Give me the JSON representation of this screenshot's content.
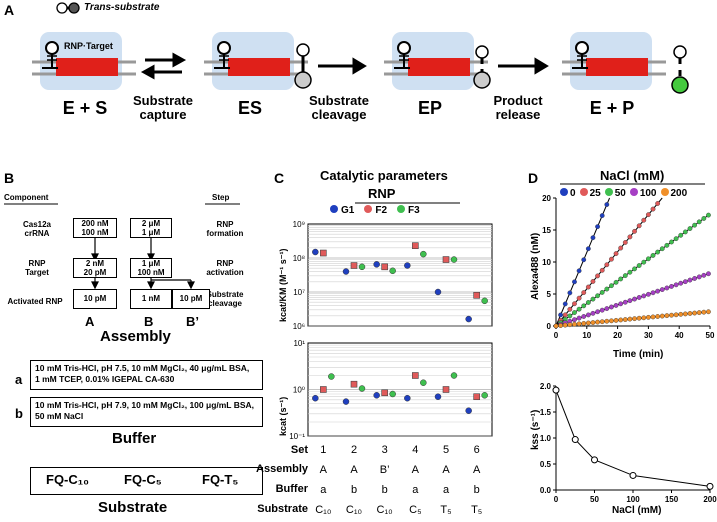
{
  "panel_a": {
    "label": "A",
    "legend": "Trans-substrate",
    "rnp_target": "RNP·Target",
    "states": [
      "E + S",
      "ES",
      "EP",
      "E + P"
    ],
    "steps": [
      "Substrate\ncapture",
      "Substrate\ncleavage",
      "Product\nrelease"
    ]
  },
  "panel_b": {
    "label": "B",
    "component_header": "Component",
    "step_header": "Step",
    "rows": [
      {
        "component": "Cas12a\ncrRNA",
        "step": "RNP\nformation"
      },
      {
        "component": "RNP\nTarget",
        "step": "RNP\nactivation"
      },
      {
        "component": "Activated RNP",
        "step": "Substrate\ncleavage"
      }
    ],
    "col_a": [
      "200 nM\n100 nM",
      "2 nM\n20 pM",
      "10 pM"
    ],
    "col_b": [
      "2 μM\n1 μM",
      "1 μM\n100 nM",
      "1 nM"
    ],
    "col_b2": "10 pM",
    "columns": [
      "A",
      "B",
      "B’"
    ],
    "assembly_title": "Assembly",
    "buffers": [
      {
        "key": "a",
        "text": "10 mM Tris-HCl, pH 7.5, 10 mM MgCl₂, 40 μg/mL BSA,\n1 mM TCEP, 0.01% IGEPAL CA-630"
      },
      {
        "key": "b",
        "text": "10 mM Tris-HCl, pH 7.9, 10 mM MgCl₂, 100 μg/mL BSA,\n50 mM NaCl"
      }
    ],
    "buffer_title": "Buffer",
    "substrates": [
      "FQ-C₁₀",
      "FQ-C₅",
      "FQ-T₅"
    ],
    "substrate_title": "Substrate"
  },
  "panel_c": {
    "label": "C",
    "title": "Catalytic parameters",
    "subtitle": "RNP",
    "legend": [
      "G1",
      "F2",
      "F3"
    ],
    "colors": {
      "G1": "#1f3fbf",
      "F2": "#e05a5a",
      "F3": "#3fbf4f"
    },
    "top_ylabel": "kcat/KM (M⁻¹ s⁻¹)",
    "top_ticks": [
      "10⁹",
      "10⁸",
      "10⁷",
      "10⁶"
    ],
    "bottom_ylabel": "kcat (s⁻¹)",
    "bottom_ticks": [
      "10¹",
      "10⁰",
      "10⁻¹"
    ],
    "table_rows": [
      "Set",
      "Assembly",
      "Buffer",
      "Substrate"
    ],
    "table": [
      [
        "1",
        "A",
        "a",
        "C₁₀"
      ],
      [
        "2",
        "A",
        "b",
        "C₁₀"
      ],
      [
        "3",
        "B’",
        "b",
        "C₁₀"
      ],
      [
        "4",
        "A",
        "a",
        "C₅"
      ],
      [
        "5",
        "A",
        "a",
        "T₅"
      ],
      [
        "6",
        "A",
        "b",
        "T₅"
      ]
    ]
  },
  "panel_d": {
    "label": "D",
    "title": "NaCl (mM)",
    "legend": [
      "0",
      "25",
      "50",
      "100",
      "200"
    ],
    "colors": [
      "#1f3fbf",
      "#e05a5a",
      "#3fbf4f",
      "#a63fc4",
      "#f0902a"
    ],
    "top_ylabel": "Alexa488 (nM)",
    "top_xlabel": "Time (min)",
    "top_xticks": [
      "0",
      "10",
      "20",
      "30",
      "40",
      "50"
    ],
    "top_yticks": [
      "0",
      "5",
      "10",
      "15",
      "20"
    ],
    "bottom_ylabel": "kss (s⁻¹)",
    "bottom_xlabel": "NaCl (mM)",
    "bottom_xticks": [
      "0",
      "50",
      "100",
      "150",
      "200"
    ],
    "bottom_yticks": [
      "0.0",
      "0.5",
      "1.0",
      "1.5",
      "2.0"
    ]
  },
  "chart_data": [
    {
      "type": "scatter",
      "title": "Catalytic parameters",
      "ylabel": "kcat/KM (M⁻¹ s⁻¹)",
      "yscale": "log",
      "ylim": [
        1000000,
        1000000000
      ],
      "categories": [
        "1",
        "2",
        "3",
        "4",
        "5",
        "6"
      ],
      "series": [
        {
          "name": "G1",
          "values": [
            150000000,
            40000000,
            65000000,
            60000000,
            10000000,
            1600000
          ]
        },
        {
          "name": "F2",
          "values": [
            140000000,
            60000000,
            55000000,
            230000000,
            90000000,
            8000000
          ]
        },
        {
          "name": "F3",
          "values": [
            null,
            55000000,
            42000000,
            130000000,
            90000000,
            5500000
          ]
        }
      ]
    },
    {
      "type": "scatter",
      "ylabel": "kcat (s⁻¹)",
      "yscale": "log",
      "ylim": [
        0.1,
        10
      ],
      "categories": [
        "1",
        "2",
        "3",
        "4",
        "5",
        "6"
      ],
      "series": [
        {
          "name": "G1",
          "values": [
            0.65,
            0.55,
            0.75,
            0.65,
            0.7,
            0.35
          ]
        },
        {
          "name": "F2",
          "values": [
            1.0,
            1.3,
            0.85,
            2.0,
            1.0,
            0.7
          ]
        },
        {
          "name": "F3",
          "values": [
            1.9,
            1.05,
            0.8,
            1.4,
            2.0,
            0.75
          ]
        }
      ]
    },
    {
      "type": "line",
      "title": "NaCl (mM)",
      "xlabel": "Time (min)",
      "ylabel": "Alexa488 (nM)",
      "xlim": [
        0,
        50
      ],
      "ylim": [
        0,
        20
      ],
      "series": [
        {
          "name": "0",
          "slope": 1.15
        },
        {
          "name": "25",
          "slope": 0.58
        },
        {
          "name": "50",
          "slope": 0.35
        },
        {
          "name": "100",
          "slope": 0.165
        },
        {
          "name": "200",
          "slope": 0.045
        }
      ]
    },
    {
      "type": "line",
      "xlabel": "NaCl (mM)",
      "ylabel": "kss (s⁻¹)",
      "xlim": [
        0,
        200
      ],
      "ylim": [
        0,
        2.0
      ],
      "x": [
        0,
        25,
        50,
        100,
        200
      ],
      "y": [
        1.92,
        0.97,
        0.58,
        0.28,
        0.07
      ]
    }
  ]
}
